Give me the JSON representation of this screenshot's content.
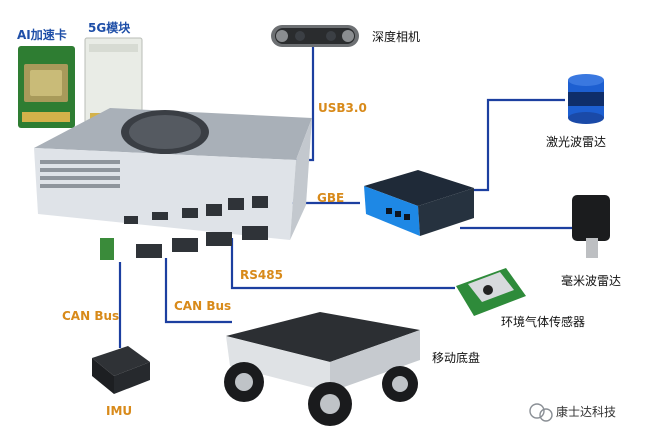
{
  "labels": {
    "ai_card": "AI加速卡",
    "g5_module": "5G模块",
    "depth_camera": "深度相机",
    "usb": "USB3.0",
    "lidar": "激光波雷达",
    "gbe": "GBE",
    "mmwave_radar": "毫米波雷达",
    "rs485": "RS485",
    "env_sensor": "环境气体传感器",
    "can_bus_left": "CAN Bus",
    "can_bus_mid": "CAN Bus",
    "chassis": "移动底盘",
    "imu": "IMU",
    "watermark": "康士达科技"
  },
  "colors": {
    "line": "#1c3fa0",
    "label_blue": "#1f4fa8",
    "label_orange": "#d88a1a",
    "pcb_green": "#2e7d32",
    "box_gray": "#c7ccd2"
  }
}
